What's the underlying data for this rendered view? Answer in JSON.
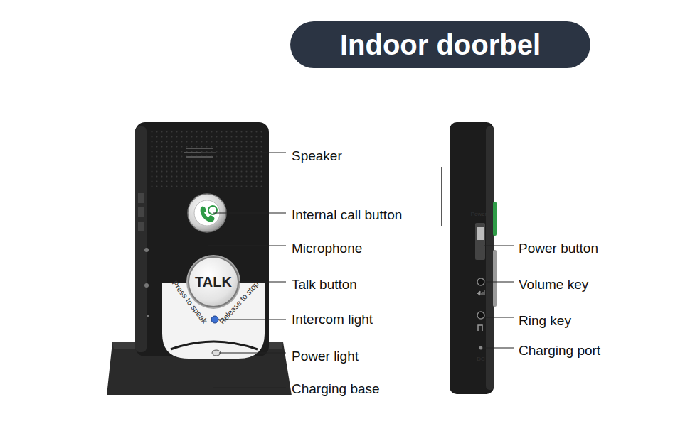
{
  "diagram": {
    "title": "Indoor doorbel",
    "nodes": [
      {
        "text": [
          "TALK"
        ]
      }
    ],
    "labels": [
      "Speaker",
      "Internal call button",
      "Microphone",
      "Talk button",
      "Intercom light",
      "Power light",
      "Charging base",
      "Power button",
      "Volume key",
      "Ring key",
      "Charging port",
      "Press to speak",
      "Release to stop",
      "Power",
      "DC"
    ]
  }
}
